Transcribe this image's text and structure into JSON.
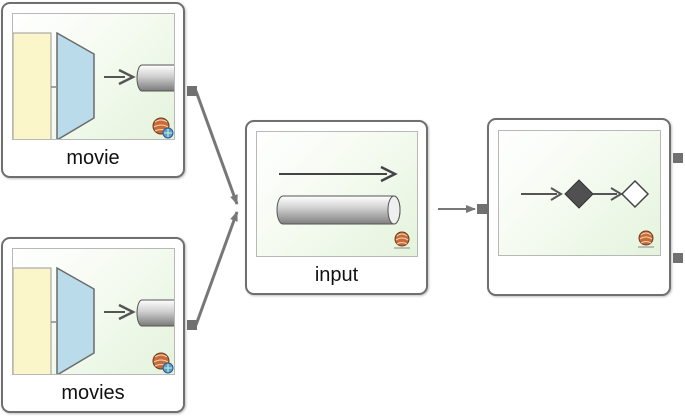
{
  "nodes": {
    "movie": {
      "label": "movie",
      "icon": "mapper-to-channel-icon"
    },
    "movies": {
      "label": "movies",
      "icon": "mapper-to-channel-icon"
    },
    "input": {
      "label": "input",
      "icon": "message-channel-icon"
    },
    "router": {
      "label": "",
      "icon": "router-filter-icon"
    }
  },
  "colors": {
    "node_border": "#6f6f6f",
    "edge": "#777777",
    "panel_bg": "#e4f3dc",
    "adapter_yellow": "#fbf6c9",
    "adapter_blue": "#b9dbea"
  },
  "edges": [
    {
      "from": "movie",
      "to": "input"
    },
    {
      "from": "movies",
      "to": "input"
    },
    {
      "from": "input",
      "to": "router"
    }
  ]
}
